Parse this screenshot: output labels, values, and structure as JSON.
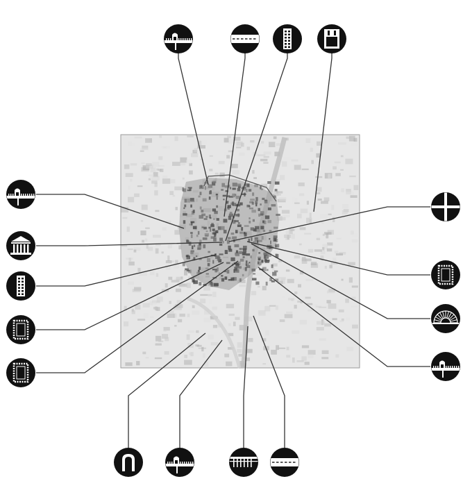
{
  "diagram": {
    "title": "",
    "colors": {
      "icon_fill": "#111111",
      "icon_detail": "#ffffff",
      "leader_line": "#333333",
      "map_bg": "#e6e6e6",
      "map_border": "#9a9a9a",
      "urban_core": "#6f6f6f",
      "river": "#bdbdbd"
    },
    "icons": [
      {
        "id": "top-1",
        "symbol": "wall-gate"
      },
      {
        "id": "top-2",
        "symbol": "road"
      },
      {
        "id": "top-3",
        "symbol": "tower"
      },
      {
        "id": "top-4",
        "symbol": "block-plan"
      },
      {
        "id": "left-1",
        "symbol": "wall-gate"
      },
      {
        "id": "left-2",
        "symbol": "temple"
      },
      {
        "id": "left-3",
        "symbol": "tower"
      },
      {
        "id": "left-4",
        "symbol": "frame"
      },
      {
        "id": "left-5",
        "symbol": "frame"
      },
      {
        "id": "right-1",
        "symbol": "crossroads"
      },
      {
        "id": "right-2",
        "symbol": "frame"
      },
      {
        "id": "right-3",
        "symbol": "theatre"
      },
      {
        "id": "right-4",
        "symbol": "wall-gate"
      },
      {
        "id": "bottom-1",
        "symbol": "arch"
      },
      {
        "id": "bottom-2",
        "symbol": "wall-gate"
      },
      {
        "id": "bottom-3",
        "symbol": "aqueduct"
      },
      {
        "id": "bottom-4",
        "symbol": "road"
      }
    ]
  }
}
